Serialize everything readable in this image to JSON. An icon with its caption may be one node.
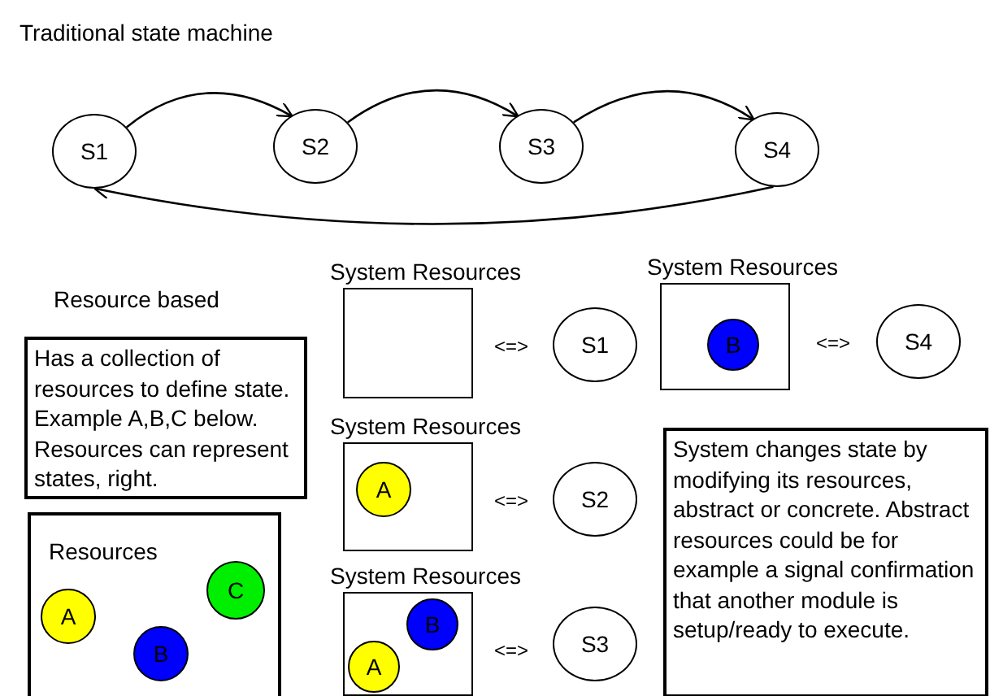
{
  "diagram": {
    "title": "Traditional state machine",
    "nodes": [
      {
        "text": [
          "S1"
        ]
      },
      {
        "text": [
          "S2"
        ]
      },
      {
        "text": [
          "S3"
        ]
      },
      {
        "text": [
          "S4"
        ]
      },
      {
        "text": [
          "Has a collection of resources to define state. Example A,B,C below. Resources can represent states, right."
        ]
      },
      {
        "text": [
          "Resources"
        ]
      },
      {
        "text": [
          "A"
        ],
        "in": 5
      },
      {
        "text": [
          "B"
        ],
        "in": 5
      },
      {
        "text": [
          "C"
        ],
        "in": 5
      },
      {
        "text": [
          "System Resources"
        ]
      },
      {
        "text": [
          "S1"
        ]
      },
      {
        "text": [
          "System Resources"
        ]
      },
      {
        "text": [
          "B"
        ],
        "in": 11
      },
      {
        "text": [
          "S4"
        ]
      },
      {
        "text": [
          "System Resources"
        ]
      },
      {
        "text": [
          "A"
        ],
        "in": 14
      },
      {
        "text": [
          "S2"
        ]
      },
      {
        "text": [
          "System Resources"
        ]
      },
      {
        "text": [
          "B"
        ],
        "in": 17
      },
      {
        "text": [
          "A"
        ],
        "in": 17
      },
      {
        "text": [
          "S3"
        ]
      },
      {
        "text": [
          "System changes state by modifying its resources, abstract or concrete. Abstract resources could be for example a signal confirmation that another module is setup/ready to execute."
        ]
      }
    ],
    "edges": [
      {
        "from": 0,
        "to": 1,
        "arrow": "to"
      },
      {
        "from": 1,
        "to": 2,
        "arrow": "to"
      },
      {
        "from": 2,
        "to": 3,
        "arrow": "to"
      },
      {
        "from": 3,
        "to": 0,
        "arrow": "to"
      }
    ],
    "labels": [
      "Resource based",
      "<=>",
      "<=>",
      "<=>",
      "<=>"
    ]
  }
}
